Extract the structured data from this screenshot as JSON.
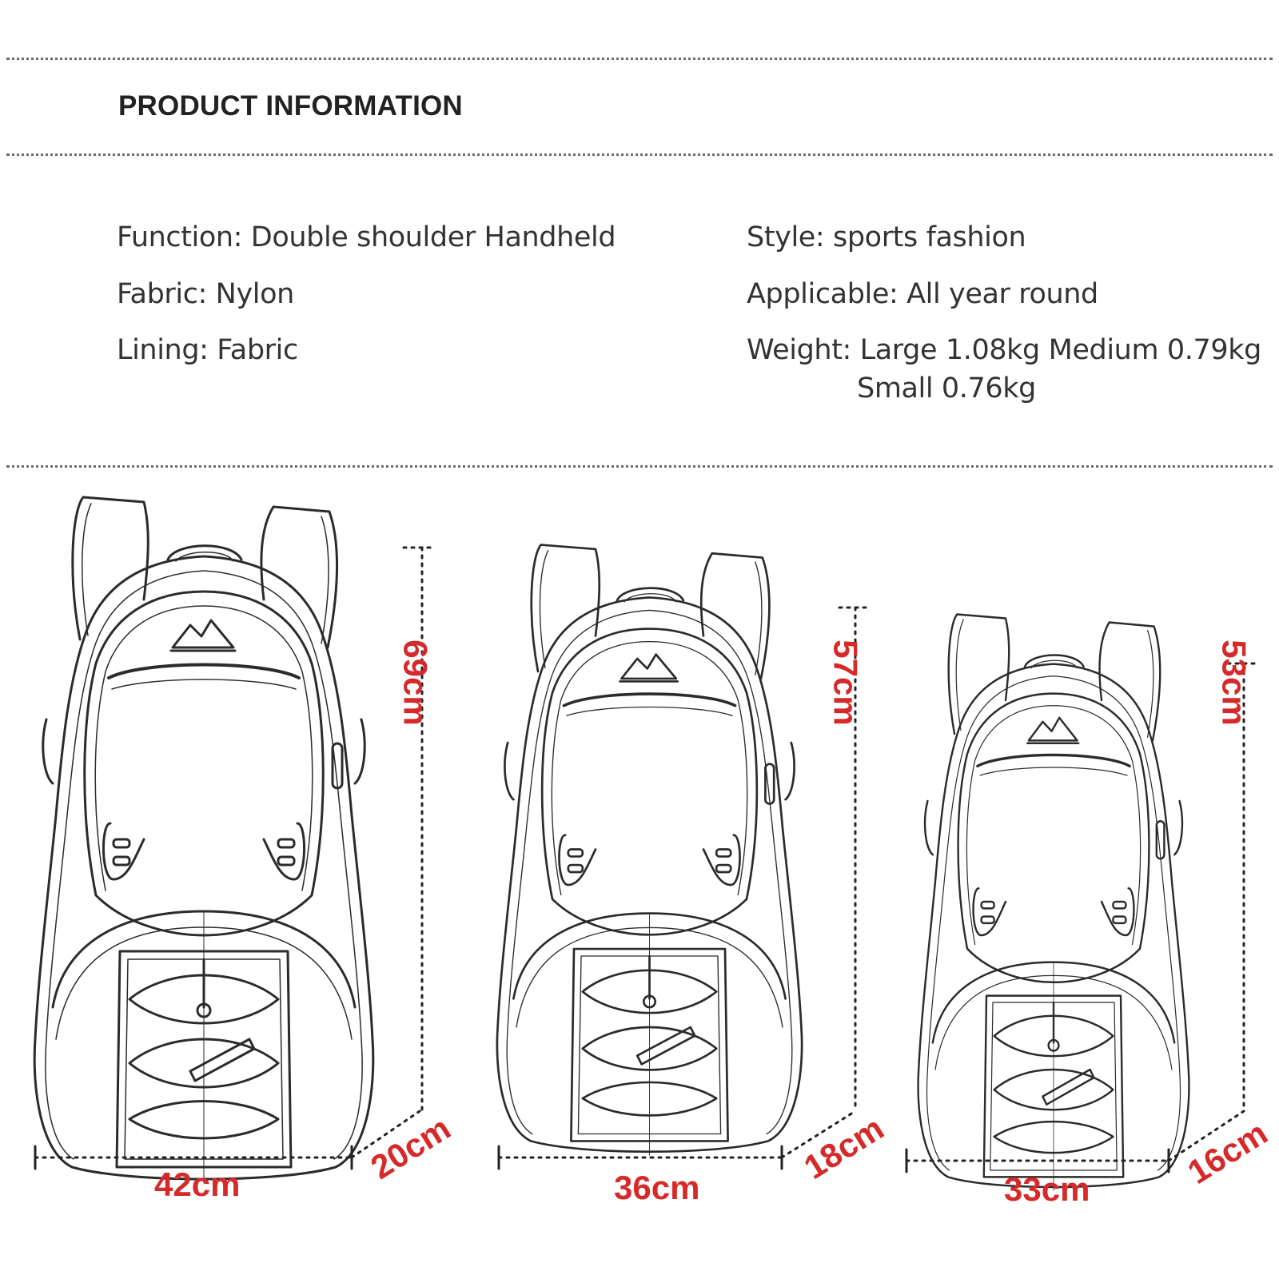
{
  "header": {
    "title": "PRODUCT INFORMATION"
  },
  "specs": {
    "function": "Function: Double shoulder  Handheld",
    "fabric": "Fabric: Nylon",
    "lining": "Lining: Fabric",
    "style": "Style: sports fashion",
    "applicable": "Applicable: All year round",
    "weight_line1": "Weight: Large 1.08kg  Medium 0.79kg",
    "weight_line2": "Small 0.76kg"
  },
  "sizes": {
    "large": {
      "height": "69cm",
      "width": "42cm",
      "depth": "20cm"
    },
    "medium": {
      "height": "57cm",
      "width": "36cm",
      "depth": "18cm"
    },
    "small": {
      "height": "53cm",
      "width": "33cm",
      "depth": "16cm"
    }
  },
  "colors": {
    "dimension_text": "#d62a2a",
    "line_art": "#2b2b2b",
    "dots": "#6b6b6b"
  }
}
